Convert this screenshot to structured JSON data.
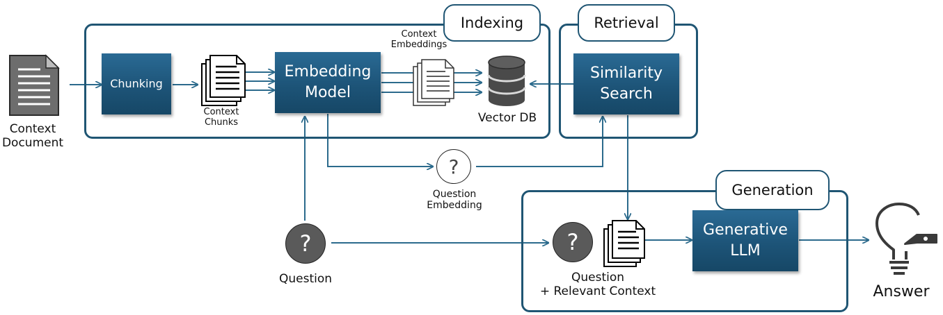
{
  "stages": {
    "indexing": "Indexing",
    "retrieval": "Retrieval",
    "generation": "Generation"
  },
  "nodes": {
    "context_document": "Context\nDocument",
    "chunking": "Chunking",
    "context_chunks": "Context\nChunks",
    "embedding_model": "Embedding\nModel",
    "context_embeddings": "Context\nEmbeddings",
    "vector_db": "Vector DB",
    "similarity_search": "Similarity\nSearch",
    "question_embedding": "Question\nEmbedding",
    "question": "Question",
    "question_context": "Question\n+ Relevant Context",
    "generative_llm": "Generative\nLLM",
    "answer": "Answer"
  },
  "icons": {
    "question_mark": "?",
    "document": "document-icon",
    "database": "database-icon",
    "lightbulb": "lightbulb-icon"
  },
  "colors": {
    "stage_border": "#1f5573",
    "process_fill": "#1d5478",
    "arrow": "#2b6a8c",
    "question_circle_dark": "#5a5a5a"
  }
}
